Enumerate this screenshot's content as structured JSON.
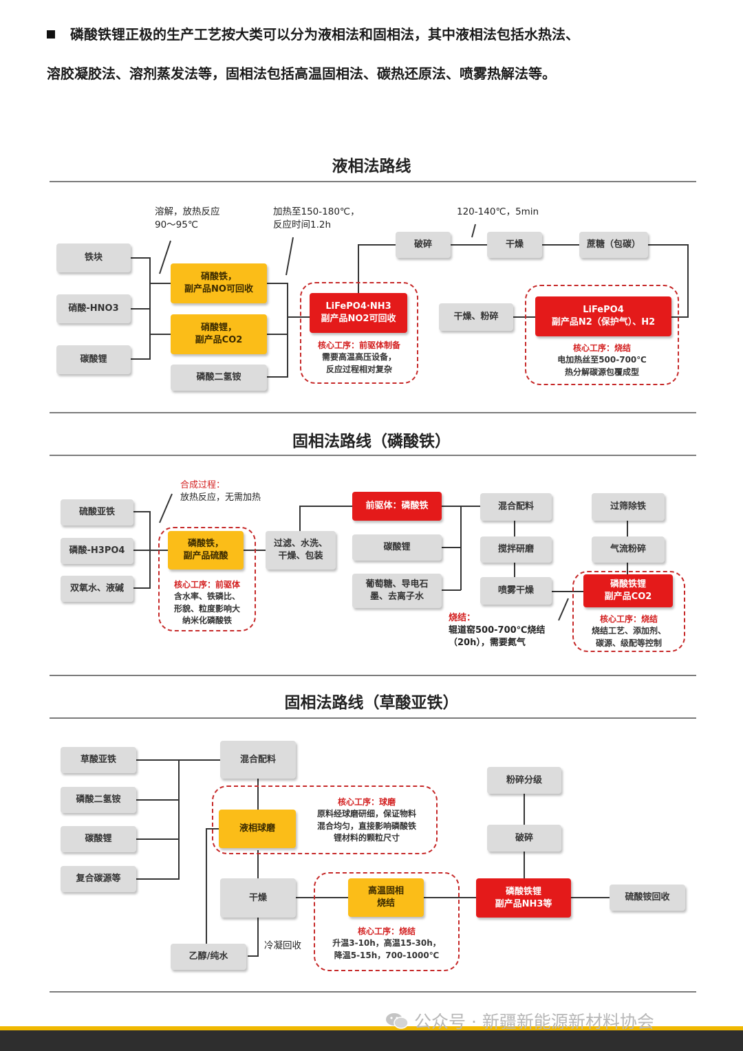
{
  "intro": {
    "line1": "磷酸铁锂正极的生产工艺按大类可以分为液相法和固相法，其中液相法包括水热法、",
    "line2": "溶胶凝胶法、溶剂蒸发法等，固相法包括高温固相法、碳热还原法、喷雾热解法等。"
  },
  "liquid": {
    "title": "液相法路线",
    "inputs": [
      "铁块",
      "硝酸-HNO3",
      "碳酸锂"
    ],
    "ann1": "溶解，放热反应\n90～95℃",
    "ann2": "加热至150-180℃，\n反应时间1.2h",
    "ann3": "120-140℃，5min",
    "box_ferric_nitrate": "硝酸铁，\n副产品NO可回收",
    "box_lithium_nitrate": "硝酸锂，\n副产品CO2",
    "box_dap": "磷酸二氢铵",
    "box_lfp_nh3": "LiFePO4·NH3\n副产品NO2可回收",
    "note1_key": "核心工序：前驱体制备",
    "note1_body": "需要高温高压设备，\n反应过程相对复杂",
    "box_crush": "破碎",
    "box_dry": "干燥",
    "box_sucrose": "蔗糖（包碳）",
    "box_dry_crush": "干燥、粉碎",
    "box_lfp": "LiFePO4\n副产品N2（保护气）、H2",
    "note2_key": "核心工序：烧结",
    "note2_body": "电加热丝至500-700℃\n热分解碳源包覆成型"
  },
  "solid1": {
    "title": "固相法路线（磷酸铁）",
    "inputs": [
      "硫酸亚铁",
      "磷酸-H3PO4",
      "双氧水、液碱"
    ],
    "ann_key": "合成过程：",
    "ann_body": "放热反应，无需加热",
    "box_fp": "磷酸铁，\n副产品硫酸",
    "note1_key": "核心工序：前驱体",
    "note1_body": "含水率、铁磷比、\n形貌、粒度影响大\n纳米化磷酸铁",
    "box_filter": "过滤、水洗、\n干燥、包装",
    "box_precursor": "前驱体：磷酸铁",
    "box_li2co3": "碳酸锂",
    "box_glucose": "葡萄糖、导电石\n墨、去离子水",
    "box_mix": "混合配料",
    "box_grind": "搅拌研磨",
    "box_spray": "喷雾干燥",
    "box_sieve": "过筛除铁",
    "box_jet": "气流粉碎",
    "box_lfp": "磷酸铁锂\n副产品CO2",
    "sinter_key": "烧结：",
    "sinter_body": "辊道窑500-700℃烧结\n（20h），需要氮气",
    "note2_key": "核心工序：烧结",
    "note2_body": "烧结工艺、添加剂、\n碳源、级配等控制"
  },
  "solid2": {
    "title": "固相法路线（草酸亚铁）",
    "inputs": [
      "草酸亚铁",
      "磷酸二氢铵",
      "碳酸锂",
      "复合碳源等"
    ],
    "box_mix": "混合配料",
    "box_ballmill": "液相球磨",
    "note1_key": "核心工序：球磨",
    "note1_body": "原料经球磨研细，保证物料\n混合均匀，直接影响磷酸铁\n锂材料的颗粒尺寸",
    "box_dry": "干燥",
    "box_ethanol": "乙醇/纯水",
    "condense": "冷凝回收",
    "box_sinter": "高温固相\n烧结",
    "note2_key": "核心工序：烧结",
    "note2_body": "升温3-10h，高温15-30h，\n降温5-15h，700-1000℃",
    "box_lfp": "磷酸铁锂\n副产品NH3等",
    "box_crush": "破碎",
    "box_classify": "粉碎分级",
    "box_ammonium": "硫酸铵回收"
  },
  "watermark": "公众号 · 新疆新能源新材料协会",
  "colors": {
    "yellow": "#fbbd18",
    "red": "#e41a1a",
    "gray": "#dcdcdc",
    "dash": "#c62828"
  }
}
